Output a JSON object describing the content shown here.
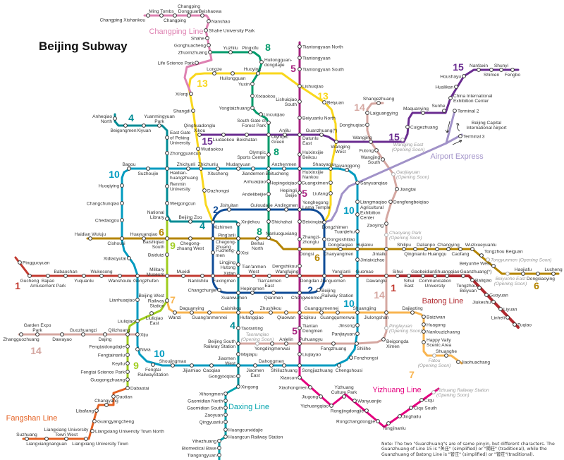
{
  "title": "Beijing Subway",
  "note": "Note: The two \"Guanzhuang\"s are of same pinyin, but different characters. The Guanzhuang of Line 15 is \"关庄\" (simplified) or \"關莊\" (traditional), while the Guanzhuang of Batong Line is \"管庄\" (simplified) or \"管莊\"(traditional).",
  "lines": [
    {
      "label": "1",
      "color": "#c23a30"
    },
    {
      "label": "2",
      "color": "#0f4c97"
    },
    {
      "label": "4",
      "color": "#008c95"
    },
    {
      "label": "5",
      "color": "#a6217f"
    },
    {
      "label": "6",
      "color": "#b58500"
    },
    {
      "label": "7",
      "color": "#f8b551"
    },
    {
      "label": "8",
      "color": "#009b6b"
    },
    {
      "label": "9",
      "color": "#9fcd1e"
    },
    {
      "label": "10",
      "color": "#009bc0"
    },
    {
      "label": "13",
      "color": "#f9d71c"
    },
    {
      "label": "14",
      "color": "#d5a7a1"
    },
    {
      "label": "15",
      "color": "#6a2c90"
    }
  ],
  "named_lines": [
    {
      "label": "Changping Line",
      "color": "#de82b2"
    },
    {
      "label": "Fangshan Line",
      "color": "#e46022"
    },
    {
      "label": "Daxing Line",
      "color": "#00a3ad"
    },
    {
      "label": "Yizhuang Line",
      "color": "#e4007f"
    },
    {
      "label": "Batong Line",
      "color": "#b0282e"
    },
    {
      "label": "Airport Express",
      "color": "#a192c8"
    }
  ],
  "airport_label": "Beijing Capital\nInternational Airport",
  "stations": [
    "Pingguoyuan",
    "Gucheng",
    "Bajiao\nAmusement Park",
    "Babaoshan",
    "Yuquanlu",
    "Wukesong",
    "Wanshoulu",
    "Gongzhufen",
    "Military\nMuseum",
    "Muxidi",
    "Nanlishilu",
    "Fuxingmen",
    "Xidan",
    "Tian'anmen\nWest",
    "Tian'anmen\nEast",
    "Wangfujing",
    "Dongdan",
    "Jianguomen",
    "Yong'anli",
    "Guomao",
    "Dawanglu",
    "Sihui",
    "Sihui\nEast",
    "Gaobeidian",
    "Communication\nUniversity",
    "Shuangqiao",
    "Guanzhuang(*)",
    "Baliqiao",
    "Tongzhou\nBeiyuan",
    "Guoyuan",
    "Jiukeshu",
    "Liyuan",
    "Linheli",
    "Tuqiao",
    "Xizhimen",
    "Jishuitan",
    "Guloudajie",
    "Andingmen",
    "Yonghegong\nLama Temple",
    "Beixinqiao",
    "Dongzhimen",
    "Dongsishitiao",
    "Chaoyangmen",
    "Beijing\nRailway Station",
    "Chongwenmen",
    "Qianmen",
    "Hepingmen",
    "Xuanwumen",
    "Changchunjie",
    "Fucheng-\nmen",
    "Chegong-\nzhuang",
    "Anheqiao\nNorth",
    "Beigongmen",
    "Xiyuan",
    "Yuanmingyuan\nPark",
    "East Gate\nof Peking\nUniversity",
    "Zhongguancun",
    "Haidian-\nhuangzhuang",
    "Renmin\nUniversity",
    "Weigongcun",
    "National\nLibrary",
    "Beijing Zoo",
    "Xinjiekou",
    "Ping'anli",
    "Xisi",
    "Lingjing\nHutong",
    "Caishikou",
    "Taoranting",
    "Beijing South\nRailway Station",
    "Majiapu",
    "Jiaomen\nWest",
    "Gongyixiqiao",
    "Xingong",
    "Xihongmen",
    "Gaomidian North",
    "Gaomidian South",
    "Zaoyuan",
    "Qingyuanlu",
    "Huangcunxidajie",
    "Huangcun Railway Station",
    "Yihezhuang",
    "Biomedical Base",
    "Tiangongyuan",
    "Tiantongyuan North",
    "Tiantongyuan",
    "Tiantongyuan South",
    "Lishuiqiao",
    "Lishuiqiao\nSouth",
    "Beiyuanlu North",
    "Datunlu\nEast",
    "Huixinxijie\nBeikou",
    "Huixinxijie\nNankou",
    "Hepingxiqiao",
    "Hepingli\nBeijie",
    "Zhangzi-\nzhonglu",
    "Dongsi",
    "Dengshikou",
    "Ciqikou",
    "Tiantan\nDongmen",
    "Puhuangyu",
    "Liujiayao",
    "Songjiazhuang",
    "Haidian Wuluju",
    "Cishousi",
    "Huayuanqiao",
    "Baishiqiao\nSouth",
    "Chegong-\nzhuang West",
    "Beihai\nNorth",
    "Nanluoguxiang",
    "Dongdaqiao",
    "Jintailu",
    "Shilipu",
    "Qingnianlu",
    "Dalianpo",
    "Huangqu",
    "Changying",
    "Caofang",
    "Wuzixueyuanlu",
    "Tongzhou Beiguan",
    {
      "name": "Tongyunmen",
      "note": "(Opening Soon)"
    },
    "Beiyunhe West",
    {
      "name": "Beiyunhe East",
      "note": "(Opening Soon)"
    },
    "Haojiafu",
    "Dongxiaoying",
    "Lucheng",
    "Beijing West\nRailway\nStation",
    "Wanzi",
    "Daguanying",
    "Guang'anmennei",
    "Hufangqiao",
    "Zhushikou",
    "Qiaowan",
    "Guangqumennei",
    "Guangqumenwai",
    "Shuangjing",
    "Jiulongshan",
    "Dajiaoting",
    "Baiziwan",
    "Huagong",
    "Nanlouzizhuang",
    "Happy Vally\nScenic Area",
    {
      "name": "Fatou",
      "note": "(Opening Soon)"
    },
    "Shuanghe",
    "Jiaohuachang",
    "Zhuxinzhuang",
    "Yuzhilu",
    "Pingxifu",
    "Huilongguan-\ndongdajie",
    "Huoying",
    "Yuxin",
    "Xixiaokou",
    "Yongtaizhuang",
    "Lincuiqiao",
    "South Gate of\nForest Park",
    "Olympic\nGreen",
    "Olympic\nSports Center",
    "Beitucheng",
    "Anhuaqiao",
    "Andelibeijie",
    "Shichahai",
    "Baiduizi",
    "Liuliqiao\nEast",
    "Liuliqiao",
    "Qilizhuang",
    "Fengtaidongdajie",
    "Fengtainanlu",
    "Keyilu",
    "Fengtai Science Park",
    "Guogongzhuang",
    "Dabaotai",
    "Bagou",
    "Suzhoujie",
    "Zhichunli",
    "Zhichunlu",
    "Xitucheng",
    "Mudanyuan",
    "Jiandemen",
    "Anzhenmen",
    "Shaoyaoju",
    "Taiyanggong",
    "Sanyuanqiao",
    "Liangmaqiao",
    "Agricultural\nExhibition\nCenter",
    "Tuanjiehu",
    "Hujialou",
    "Jintaixizhao",
    "Jinsong",
    "Panjiayuan",
    "Shilihe",
    "Fenzhongsi",
    "Chengshousi",
    "Shiliuzhuang",
    "Dahongmen",
    "Jiaomen\nEast",
    "Caoqiao",
    "Jijiamiao",
    "Shoujingmao",
    "Fengtai\nRailwayStation",
    "Niwa",
    "Xiju",
    "Lianhuaqiao",
    "Xidiaoyutai",
    "Chedaogou",
    "Changchunqiao",
    "Huoqiying",
    "Xi'erqi",
    "Shangdi",
    "Wudaokou",
    "Dazhongsi",
    "Longze",
    "Huilongguan",
    "Beiyuan",
    "Wangjing\nWest",
    "Guangximen",
    "Liufang",
    "Zhangguozhuang",
    "Garden Expo\nPark",
    "Dawayao",
    "Guozhuangzi",
    "Dajing",
    {
      "name": "Taoranqiao",
      "note": "(Opening Soon)"
    },
    "Yongdingmenwai",
    "Anlelin",
    "Fangzhuang",
    "Beigongda\nXimen",
    {
      "name": "Pingleyuan",
      "note": "(Opening Soon)"
    },
    {
      "name": "Chaoyang Park",
      "note": "(Opening Soon)"
    },
    "Zaoying",
    "Dongfengbeiqiao",
    "Jiangtai",
    {
      "name": "Gaojiayuan",
      "note": "(Opening Soon)"
    },
    "Wangjing\nSouth",
    "Futong",
    "Wangjing",
    "Donghuqiao",
    "Laiguangying",
    "Shangezhuang",
    "Qinghuadonglu\nXikou",
    "Liudaokou",
    "Beishatan",
    "Anlilu",
    "Guanzhuang(*)",
    {
      "name": "Wangjing East",
      "note": "(Opening Soon)"
    },
    "Cuigezhuang",
    "Maquanying",
    "Sunhe",
    "China International\nExhibition Center",
    "Hualikan",
    "Houshayu",
    "Nanfaxin",
    "Shimen",
    "Shunyi",
    "Fengbo",
    "Changping Xishankou",
    "Ming Tombs",
    "Changping",
    "Changping\nDongguan",
    "Beishaowa",
    "Nanshao",
    "Shahe University Park",
    "Shahe",
    "Gonghuacheng",
    "Life Science Park",
    "Terminal 2",
    "Terminal 3",
    "Xiaocun",
    "Xiaohongmen",
    "Jiugong",
    "Yizhuangqiao",
    "Yizhuang\nCulture Park",
    "Wanyuanjie",
    "Rongjingdongjie",
    "Rongchangdongjie",
    "Tongjinanlu",
    "Jinghailu",
    "Ciqu South",
    "Ciqu",
    {
      "name": "Yizhuang Railway Station",
      "note": "(Opening Soon)"
    },
    "Daotian",
    "Changyang",
    "Libafang",
    "Guangyangcheng",
    "Liangxiang University Town North",
    "Liangxiang University Town",
    "Liangxiang University\nTown West",
    "Liangxiangnanguan",
    "Suzhuang"
  ]
}
